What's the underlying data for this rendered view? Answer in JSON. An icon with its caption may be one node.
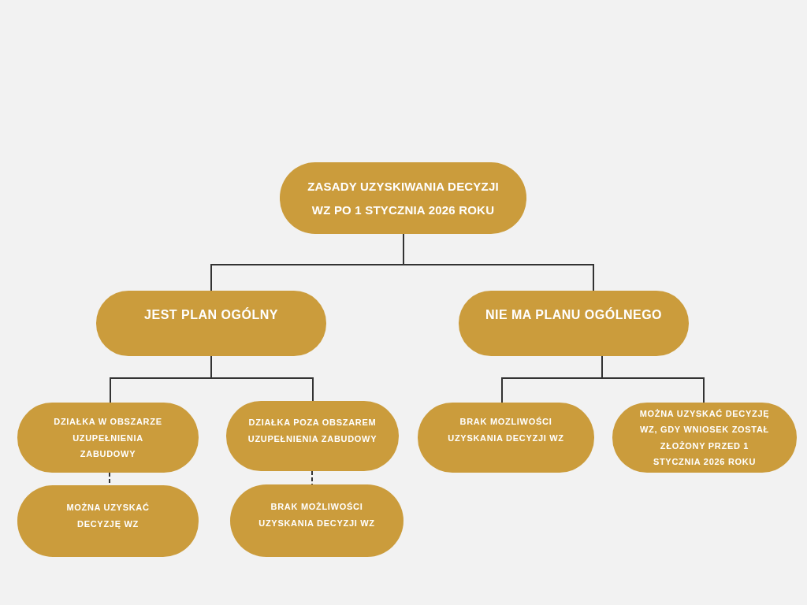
{
  "diagram": {
    "nodes": [
      {
        "text": [
          "ZASADY UZYSKIWANIA DECYZJI WZ PO 1 STYCZNIA 2026 ROKU"
        ]
      },
      {
        "text": [
          "JEST PLAN OGÓLNY"
        ]
      },
      {
        "text": [
          "NIE MA PLANU OGÓLNEGO"
        ]
      },
      {
        "text": [
          "DZIAŁKA W OBSZARZE UZUPEŁNIENIA ZABUDOWY"
        ]
      },
      {
        "text": [
          "DZIAŁKA POZA OBSZAREM UZUPEŁNIENIA ZABUDOWY"
        ]
      },
      {
        "text": [
          "MOŻNA UZYSKAĆ DECYZJĘ WZ"
        ]
      },
      {
        "text": [
          "BRAK MOŻLIWOŚCI UZYSKANIA DECYZJI WZ"
        ]
      },
      {
        "text": [
          "BRAK MOZLIWOŚCI UZYSKANIA DECYZJI WZ"
        ]
      },
      {
        "text": [
          "MOŻNA UZYSKAĆ DECYZJĘ WZ, GDY WNIOSEK ZOSTAŁ ZŁOŻONY PRZED 1 STYCZNIA 2026 ROKU"
        ]
      }
    ],
    "edges": [
      {
        "from": 0,
        "to": 1,
        "arrow": "none"
      },
      {
        "from": 0,
        "to": 2,
        "arrow": "none"
      },
      {
        "from": 1,
        "to": 3,
        "arrow": "none"
      },
      {
        "from": 1,
        "to": 4,
        "arrow": "none"
      },
      {
        "from": 2,
        "to": 7,
        "arrow": "none"
      },
      {
        "from": 2,
        "to": 8,
        "arrow": "none"
      },
      {
        "from": 3,
        "to": 5,
        "arrow": "none",
        "style": "dashed"
      },
      {
        "from": 4,
        "to": 6,
        "arrow": "none",
        "style": "dashed"
      }
    ]
  }
}
